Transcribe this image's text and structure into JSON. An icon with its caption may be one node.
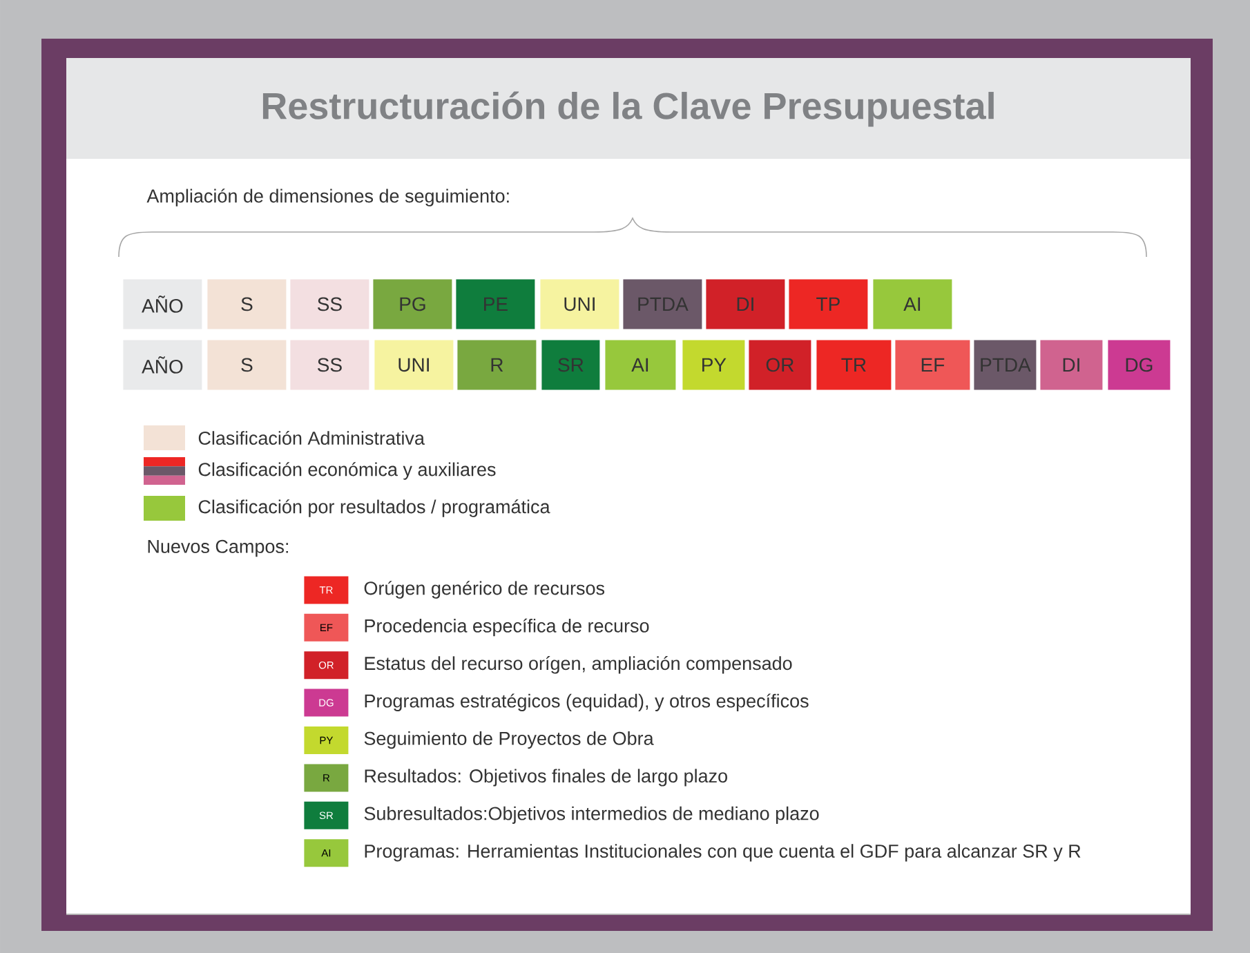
{
  "diagram": {
    "title": "Restructuración de la Clave Presupuestal",
    "nodes": [
      {
        "text": [
          "AÑO"
        ]
      },
      {
        "text": [
          "S"
        ]
      },
      {
        "text": [
          "SS"
        ]
      },
      {
        "text": [
          "PG"
        ]
      },
      {
        "text": [
          "PE"
        ]
      },
      {
        "text": [
          "UNI"
        ]
      },
      {
        "text": [
          "PTDA"
        ]
      },
      {
        "text": [
          "DI"
        ]
      },
      {
        "text": [
          "TP"
        ]
      },
      {
        "text": [
          "AI"
        ]
      },
      {
        "text": [
          "AÑO"
        ]
      },
      {
        "text": [
          "S"
        ]
      },
      {
        "text": [
          "SS"
        ]
      },
      {
        "text": [
          "UNI"
        ]
      },
      {
        "text": [
          "R"
        ]
      },
      {
        "text": [
          "SR"
        ]
      },
      {
        "text": [
          "AI"
        ]
      },
      {
        "text": [
          "PY"
        ]
      },
      {
        "text": [
          "OR"
        ]
      },
      {
        "text": [
          "TR"
        ]
      },
      {
        "text": [
          "EF"
        ]
      },
      {
        "text": [
          "PTDA"
        ]
      },
      {
        "text": [
          "DI"
        ]
      },
      {
        "text": [
          "DG"
        ]
      },
      {
        "text": [
          "TR"
        ],
        "beside": [
          "Orúgen genérico de recursos"
        ]
      },
      {
        "text": [
          "EF"
        ],
        "beside": [
          "Procedencia específica de recurso"
        ]
      },
      {
        "text": [
          "OR"
        ],
        "beside": [
          "Estatus del recurso orígen, ampliación compensado"
        ]
      },
      {
        "text": [
          "DG"
        ],
        "beside": [
          "Programas estratégicos (equidad), y otros específicos"
        ]
      },
      {
        "text": [
          "PY"
        ],
        "beside": [
          "Seguimiento de Proyectos de Obra"
        ]
      },
      {
        "text": [
          "R"
        ],
        "beside": [
          "Resultados: Objetivos finales de largo plazo"
        ]
      },
      {
        "text": [
          "SR"
        ],
        "beside": [
          "Subresultados:Objetivos intermedios de mediano plazo"
        ]
      },
      {
        "text": [
          "AI"
        ],
        "beside": [
          "Programas: Herramientas Institucionales con que cuenta el GDF para alcanzar SR y R"
        ]
      }
    ],
    "labels": [
      "Ampliación de dimensiones de seguimiento:",
      "Nuevos Campos:"
    ],
    "legend": [
      {
        "text": "Clasificación Administrativa",
        "color": "#f3e2d6"
      },
      {
        "text": "Clasificación económica y auxiliares"
      },
      {
        "text": "Clasificación por resultados / programática",
        "color": "#97c83c"
      }
    ]
  }
}
